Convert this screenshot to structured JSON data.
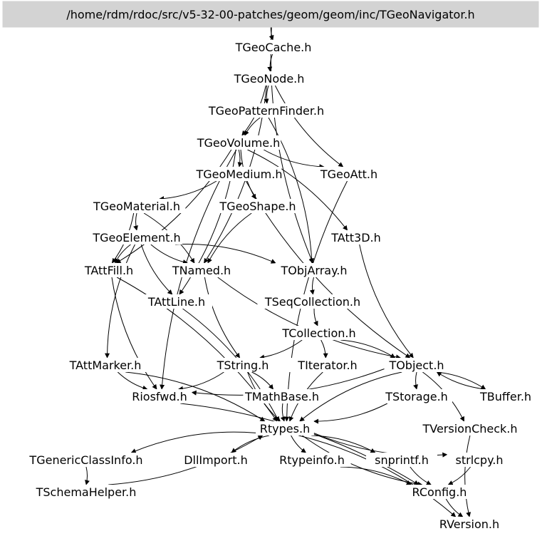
{
  "graph": {
    "root": {
      "id": "root",
      "label": "/home/rdm/rdoc/src/v5-32-00-patches/geom/geom/inc/TGeoNavigator.h"
    },
    "nodes": [
      {
        "id": "TGeoCache",
        "label": "TGeoCache.h"
      },
      {
        "id": "TGeoNode",
        "label": "TGeoNode.h"
      },
      {
        "id": "TGeoPatternFinder",
        "label": "TGeoPatternFinder.h"
      },
      {
        "id": "TGeoVolume",
        "label": "TGeoVolume.h"
      },
      {
        "id": "TGeoMedium",
        "label": "TGeoMedium.h"
      },
      {
        "id": "TGeoAtt",
        "label": "TGeoAtt.h"
      },
      {
        "id": "TGeoMaterial",
        "label": "TGeoMaterial.h"
      },
      {
        "id": "TGeoShape",
        "label": "TGeoShape.h"
      },
      {
        "id": "TGeoElement",
        "label": "TGeoElement.h"
      },
      {
        "id": "TAtt3D",
        "label": "TAtt3D.h"
      },
      {
        "id": "TAttFill",
        "label": "TAttFill.h"
      },
      {
        "id": "TNamed",
        "label": "TNamed.h"
      },
      {
        "id": "TObjArray",
        "label": "TObjArray.h"
      },
      {
        "id": "TAttLine",
        "label": "TAttLine.h"
      },
      {
        "id": "TSeqCollection",
        "label": "TSeqCollection.h"
      },
      {
        "id": "TCollection",
        "label": "TCollection.h"
      },
      {
        "id": "TAttMarker",
        "label": "TAttMarker.h"
      },
      {
        "id": "TString",
        "label": "TString.h"
      },
      {
        "id": "TIterator",
        "label": "TIterator.h"
      },
      {
        "id": "TObject",
        "label": "TObject.h"
      },
      {
        "id": "Riosfwd",
        "label": "Riosfwd.h"
      },
      {
        "id": "TMathBase",
        "label": "TMathBase.h"
      },
      {
        "id": "TStorage",
        "label": "TStorage.h"
      },
      {
        "id": "TBuffer",
        "label": "TBuffer.h"
      },
      {
        "id": "Rtypes",
        "label": "Rtypes.h"
      },
      {
        "id": "TVersionCheck",
        "label": "TVersionCheck.h"
      },
      {
        "id": "TGenericClassInfo",
        "label": "TGenericClassInfo.h"
      },
      {
        "id": "DllImport",
        "label": "DllImport.h"
      },
      {
        "id": "Rtypeinfo",
        "label": "Rtypeinfo.h"
      },
      {
        "id": "snprintf",
        "label": "snprintf.h"
      },
      {
        "id": "strlcpy",
        "label": "strlcpy.h"
      },
      {
        "id": "TSchemaHelper",
        "label": "TSchemaHelper.h"
      },
      {
        "id": "RConfig",
        "label": "RConfig.h"
      },
      {
        "id": "RVersion",
        "label": "RVersion.h"
      }
    ],
    "edges": [
      [
        "root",
        "TGeoCache"
      ],
      [
        "root",
        "TObjArray"
      ],
      [
        "TGeoCache",
        "TGeoNode"
      ],
      [
        "TGeoNode",
        "TGeoPatternFinder"
      ],
      [
        "TGeoNode",
        "TGeoVolume"
      ],
      [
        "TGeoNode",
        "TGeoAtt"
      ],
      [
        "TGeoNode",
        "TNamed"
      ],
      [
        "TGeoPatternFinder",
        "TGeoVolume"
      ],
      [
        "TGeoPatternFinder",
        "TObjArray"
      ],
      [
        "TGeoVolume",
        "TGeoMedium"
      ],
      [
        "TGeoVolume",
        "TGeoAtt"
      ],
      [
        "TGeoVolume",
        "TGeoShape"
      ],
      [
        "TGeoVolume",
        "TAtt3D"
      ],
      [
        "TGeoVolume",
        "TAttFill"
      ],
      [
        "TGeoVolume",
        "TAttLine"
      ],
      [
        "TGeoVolume",
        "Riosfwd"
      ],
      [
        "TGeoMedium",
        "TGeoMaterial"
      ],
      [
        "TGeoMedium",
        "TObject"
      ],
      [
        "TGeoAtt",
        "Rtypes"
      ],
      [
        "TGeoMaterial",
        "TGeoElement"
      ],
      [
        "TGeoMaterial",
        "TAttFill"
      ],
      [
        "TGeoMaterial",
        "TNamed"
      ],
      [
        "TGeoShape",
        "TNamed"
      ],
      [
        "TGeoElement",
        "TAttFill"
      ],
      [
        "TGeoElement",
        "TNamed"
      ],
      [
        "TGeoElement",
        "TAttLine"
      ],
      [
        "TGeoElement",
        "TAttMarker"
      ],
      [
        "TGeoElement",
        "TObjArray"
      ],
      [
        "TAtt3D",
        "TObject"
      ],
      [
        "TAttFill",
        "Riosfwd"
      ],
      [
        "TAttFill",
        "Rtypes"
      ],
      [
        "TNamed",
        "TString"
      ],
      [
        "TNamed",
        "TObject"
      ],
      [
        "TObjArray",
        "TSeqCollection"
      ],
      [
        "TAttLine",
        "Rtypes"
      ],
      [
        "TSeqCollection",
        "TCollection"
      ],
      [
        "TCollection",
        "TString"
      ],
      [
        "TCollection",
        "TIterator"
      ],
      [
        "TCollection",
        "TObject"
      ],
      [
        "TAttMarker",
        "Riosfwd"
      ],
      [
        "TAttMarker",
        "Rtypes"
      ],
      [
        "TString",
        "Riosfwd"
      ],
      [
        "TString",
        "TMathBase"
      ],
      [
        "TString",
        "Rtypes"
      ],
      [
        "TIterator",
        "Rtypes"
      ],
      [
        "TObject",
        "Riosfwd"
      ],
      [
        "TObject",
        "TStorage"
      ],
      [
        "TObject",
        "TBuffer"
      ],
      [
        "TObject",
        "TVersionCheck"
      ],
      [
        "TObject",
        "Rtypes"
      ],
      [
        "Riosfwd",
        "RConfig"
      ],
      [
        "TMathBase",
        "Rtypes"
      ],
      [
        "TStorage",
        "Rtypes"
      ],
      [
        "TBuffer",
        "TObject"
      ],
      [
        "TVersionCheck",
        "RVersion"
      ],
      [
        "Rtypes",
        "DllImport"
      ],
      [
        "Rtypes",
        "Rtypeinfo"
      ],
      [
        "Rtypes",
        "snprintf"
      ],
      [
        "Rtypes",
        "strlcpy"
      ],
      [
        "Rtypes",
        "TGenericClassInfo"
      ],
      [
        "Rtypes",
        "RConfig"
      ],
      [
        "Rtypes",
        "RVersion"
      ],
      [
        "TGenericClassInfo",
        "TSchemaHelper"
      ],
      [
        "TSchemaHelper",
        "Rtypes"
      ],
      [
        "snprintf",
        "RConfig"
      ],
      [
        "strlcpy",
        "RConfig"
      ],
      [
        "Rtypeinfo",
        "RConfig"
      ],
      [
        "RConfig",
        "RVersion"
      ]
    ]
  }
}
